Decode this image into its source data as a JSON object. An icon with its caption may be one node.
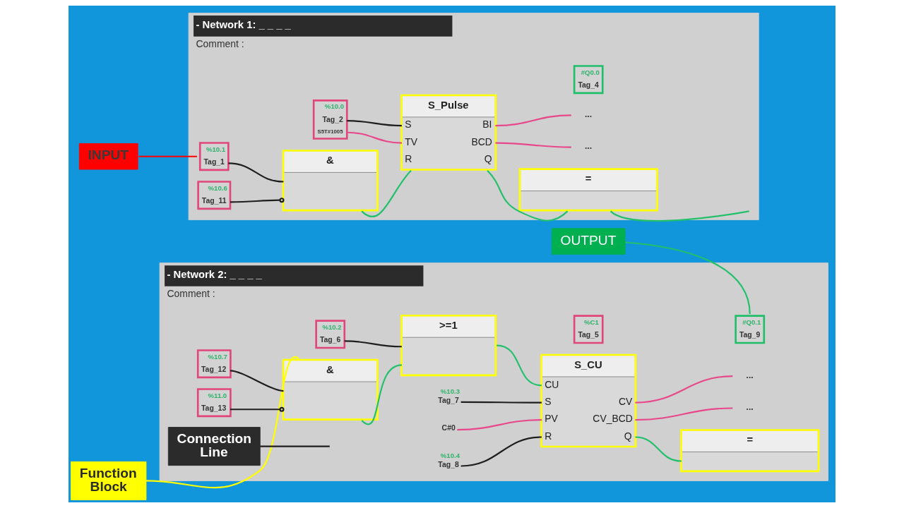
{
  "diagram": {
    "nodes": [
      {
        "text": [
          "- Network 1: _ _ _ _",
          "Comment :"
        ]
      },
      {
        "text": [
          "INPUT"
        ]
      },
      {
        "text": [
          "%10.1",
          "Tag_1"
        ],
        "in": 0
      },
      {
        "text": [
          "%10.6",
          "Tag_11"
        ],
        "in": 0
      },
      {
        "text": [
          "&"
        ],
        "in": 0
      },
      {
        "text": [
          "%10.0",
          "Tag_2",
          "S5T#1005"
        ],
        "in": 0
      },
      {
        "text": [
          "S_Pulse",
          "S",
          "BI",
          "TV",
          "BCD",
          "R",
          "Q"
        ],
        "in": 0
      },
      {
        "text": [
          "..."
        ],
        "in": 0
      },
      {
        "text": [
          "..."
        ],
        "in": 0
      },
      {
        "text": [
          "#Q0.0",
          "Tag_4"
        ],
        "in": 0
      },
      {
        "text": [
          "="
        ],
        "in": 0
      },
      {
        "text": [
          "- Network 2: _ _ _ _",
          "Comment :"
        ]
      },
      {
        "text": [
          "Function Block"
        ]
      },
      {
        "text": [
          "%10.7",
          "Tag_12"
        ],
        "in": 11
      },
      {
        "text": [
          "%11.0",
          "Tag_13"
        ],
        "in": 11
      },
      {
        "text": [
          "&"
        ],
        "in": 11
      },
      {
        "text": [
          "%10.2",
          "Tag_6"
        ],
        "in": 11
      },
      {
        "text": [
          ">=1"
        ],
        "in": 11
      },
      {
        "text": [
          "%C1",
          "Tag_5"
        ],
        "in": 11
      },
      {
        "text": [
          "S_CU",
          "CU",
          "S",
          "CV",
          "PV",
          "CV_BCD",
          "R",
          "Q"
        ],
        "in": 11
      },
      {
        "text": [
          "%10.3",
          "Tag_7"
        ],
        "in": 11
      },
      {
        "text": [
          "C#0"
        ],
        "in": 11
      },
      {
        "text": [
          "%10.4",
          "Tag_8"
        ],
        "in": 11
      },
      {
        "text": [
          "..."
        ],
        "in": 11
      },
      {
        "text": [
          "..."
        ],
        "in": 11
      },
      {
        "text": [
          "#Q0.1",
          "Tag_9"
        ],
        "in": 11
      },
      {
        "text": [
          "="
        ],
        "in": 11
      },
      {
        "text": [
          "OUTPUT"
        ]
      },
      {
        "text": [
          "Connection Line"
        ],
        "in": 11
      }
    ],
    "edges": [
      {
        "from": 1,
        "to": 2,
        "arrow": "none",
        "color": "#ff0000"
      },
      {
        "from": 2,
        "to": 4,
        "arrow": "none"
      },
      {
        "from": 3,
        "to": 4,
        "arrow": "other"
      },
      {
        "from": 4,
        "to": 6,
        "arrow": "none",
        "color": "#22c06b"
      },
      {
        "from": 5,
        "to": 6,
        "arrow": "none"
      },
      {
        "from": 5,
        "to": 6,
        "arrow": "none",
        "color": "#e8478b"
      },
      {
        "from": 6,
        "to": 7,
        "arrow": "none",
        "color": "#e8478b"
      },
      {
        "from": 6,
        "to": 8,
        "arrow": "none",
        "color": "#e8478b"
      },
      {
        "from": 6,
        "to": 10,
        "arrow": "none",
        "color": "#22c06b"
      },
      {
        "from": 10,
        "to": null,
        "arrow": "none",
        "color": "#22c06b"
      },
      {
        "from": 12,
        "to": 15,
        "arrow": "none",
        "color": "#ffff00"
      },
      {
        "from": 13,
        "to": 15,
        "arrow": "none"
      },
      {
        "from": 14,
        "to": 15,
        "arrow": "other"
      },
      {
        "from": 15,
        "to": 17,
        "arrow": "none",
        "color": "#22c06b"
      },
      {
        "from": 16,
        "to": 17,
        "arrow": "none"
      },
      {
        "from": 17,
        "to": 19,
        "arrow": "none",
        "color": "#22c06b"
      },
      {
        "from": 20,
        "to": 19,
        "arrow": "none"
      },
      {
        "from": 21,
        "to": 19,
        "arrow": "none",
        "color": "#e8478b"
      },
      {
        "from": 22,
        "to": 19,
        "arrow": "none"
      },
      {
        "from": 19,
        "to": 23,
        "arrow": "none",
        "color": "#e8478b"
      },
      {
        "from": 19,
        "to": 24,
        "arrow": "none",
        "color": "#e8478b"
      },
      {
        "from": 19,
        "to": 26,
        "arrow": "none",
        "color": "#22c06b"
      },
      {
        "from": 27,
        "to": 25,
        "arrow": "none",
        "color": "#22c06b"
      },
      {
        "from": 28,
        "to": null,
        "arrow": "none"
      }
    ]
  }
}
